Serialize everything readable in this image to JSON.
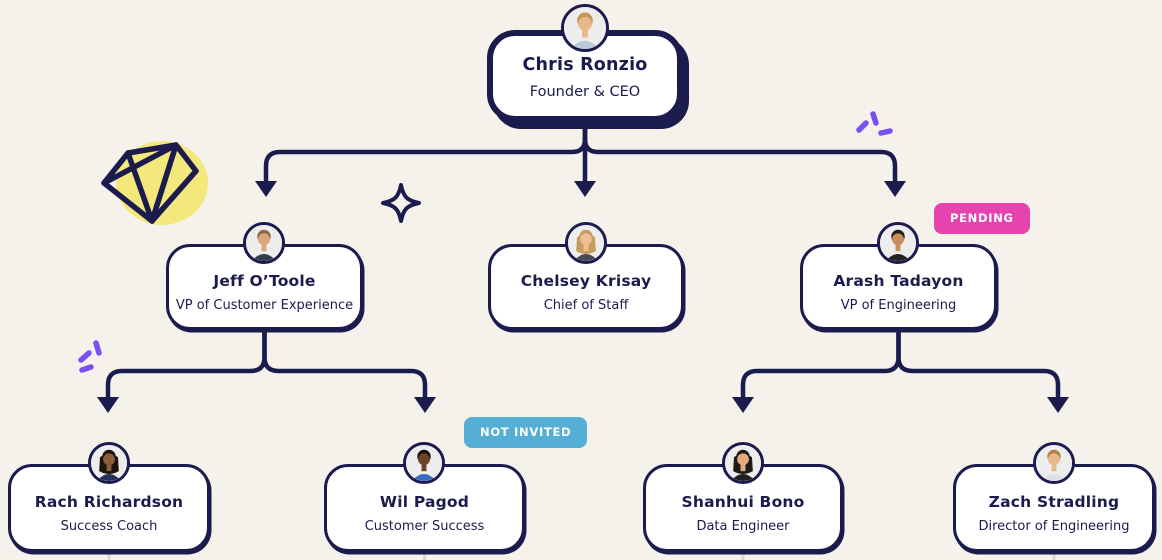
{
  "colors": {
    "bg": "#f5f2ec",
    "navy": "#1b1b4d",
    "pink": "#e743ae",
    "blue": "#55aed6",
    "yellow": "#f4e87d",
    "purple": "#7a4ff2",
    "stub": "#dcd8d0"
  },
  "people": [
    {
      "name": "Chris Ronzio",
      "title": "Founder & CEO",
      "avatar": {
        "skin": "#e9b78c",
        "hair": "#c2975c",
        "shirt": "#b9c9da",
        "hair_style": "short"
      }
    },
    {
      "name": "Jeff O’Toole",
      "title": "VP of Customer Experience",
      "avatar": {
        "skin": "#dda67b",
        "hair": "#8c6a48",
        "shirt": "#323d4d",
        "hair_style": "short"
      }
    },
    {
      "name": "Chelsey Krisay",
      "title": "Chief of Staff",
      "avatar": {
        "skin": "#eebd92",
        "hair": "#c79d5e",
        "shirt": "#454a56",
        "hair_style": "long"
      }
    },
    {
      "name": "Arash Tadayon",
      "title": "VP of Engineering",
      "avatar": {
        "skin": "#c78e5e",
        "hair": "#241f1c",
        "shirt": "#26221f",
        "hair_style": "short"
      }
    },
    {
      "name": "Rach Richardson",
      "title": "Success Coach",
      "avatar": {
        "skin": "#8f5c3b",
        "hair": "#1d1410",
        "shirt": "#23305e",
        "hair_style": "long"
      }
    },
    {
      "name": "Wil Pagod",
      "title": "Customer Success",
      "avatar": {
        "skin": "#6f4527",
        "hair": "#15100c",
        "shirt": "#3a6cc0",
        "hair_style": "short"
      }
    },
    {
      "name": "Shanhui Bono",
      "title": "Data Engineer",
      "avatar": {
        "skin": "#e2ab7d",
        "hair": "#201a17",
        "shirt": "#221f22",
        "hair_style": "long"
      }
    },
    {
      "name": "Zach Stradling",
      "title": "Director of Engineering",
      "avatar": {
        "skin": "#e9b78c",
        "hair": "#b08149",
        "shirt": "#dde1e6",
        "hair_style": "short"
      }
    }
  ],
  "badges": {
    "pending": {
      "label": "PENDING",
      "color": "#e743ae"
    },
    "not_invited": {
      "label": "NOT INVITED",
      "color": "#55aed6"
    }
  },
  "decorations": [
    {
      "name": "gem-doodle"
    },
    {
      "name": "sparkle-star"
    },
    {
      "name": "purple-burst-top-right"
    },
    {
      "name": "purple-burst-left"
    }
  ]
}
